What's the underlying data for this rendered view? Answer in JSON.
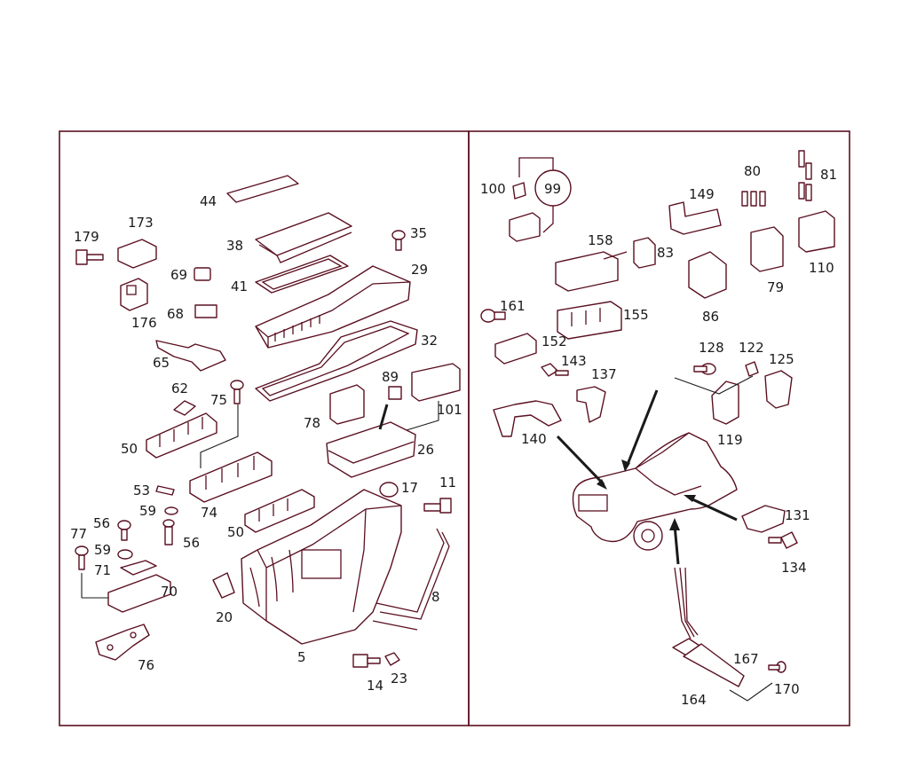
{
  "left_panel": {
    "labels": {
      "p44": "44",
      "p38": "38",
      "p41": "41",
      "p29": "29",
      "p35": "35",
      "p32": "32",
      "p179": "179",
      "p173": "173",
      "p176": "176",
      "p69": "69",
      "p68": "68",
      "p65": "65",
      "p62": "62",
      "p75": "75",
      "p50a": "50",
      "p50b": "50",
      "p74": "74",
      "p78": "78",
      "p89": "89",
      "p101": "101",
      "p26": "26",
      "p53": "53",
      "p59a": "59",
      "p17": "17",
      "p11": "11",
      "p56a": "56",
      "p56b": "56",
      "p77": "77",
      "p59b": "59",
      "p71": "71",
      "p70": "70",
      "p20": "20",
      "p8": "8",
      "p5": "5",
      "p76": "76",
      "p14": "14",
      "p23": "23"
    }
  },
  "right_panel": {
    "labels": {
      "p100": "100",
      "p99": "99",
      "p149": "149",
      "p80": "80",
      "p81": "81",
      "p158": "158",
      "p83": "83",
      "p110": "110",
      "p79": "79",
      "p86": "86",
      "p161": "161",
      "p155": "155",
      "p152": "152",
      "p143": "143",
      "p137": "137",
      "p128": "128",
      "p122": "122",
      "p125": "125",
      "p140": "140",
      "p119": "119",
      "p131": "131",
      "p134": "134",
      "p167": "167",
      "p170": "170",
      "p164": "164"
    }
  }
}
